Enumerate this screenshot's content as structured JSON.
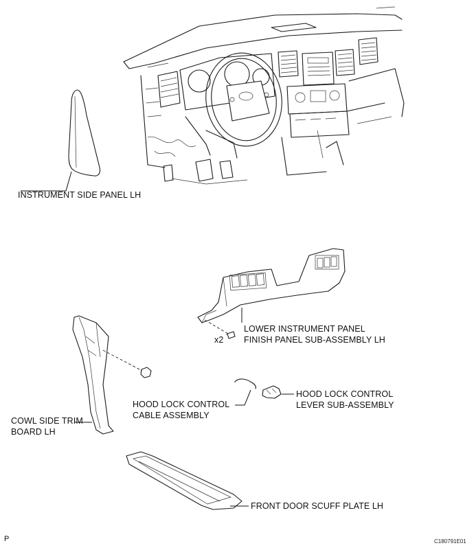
{
  "labels": {
    "instrument_side_panel": "INSTRUMENT SIDE PANEL LH",
    "lower_panel_line1": "LOWER INSTRUMENT PANEL",
    "lower_panel_line2": "FINISH PANEL SUB-ASSEMBLY LH",
    "quantity": "x2",
    "cable_line1": "HOOD LOCK CONTROL",
    "cable_line2": "CABLE ASSEMBLY",
    "lever_line1": "HOOD LOCK CONTROL",
    "lever_line2": "LEVER SUB-ASSEMBLY",
    "cowl_line1": "COWL SIDE TRIM",
    "cowl_line2": "BOARD LH",
    "scuff_plate": "FRONT DOOR SCUFF PLATE LH"
  },
  "footer": {
    "left_mark": "P",
    "figure_code": "C180791E01"
  }
}
